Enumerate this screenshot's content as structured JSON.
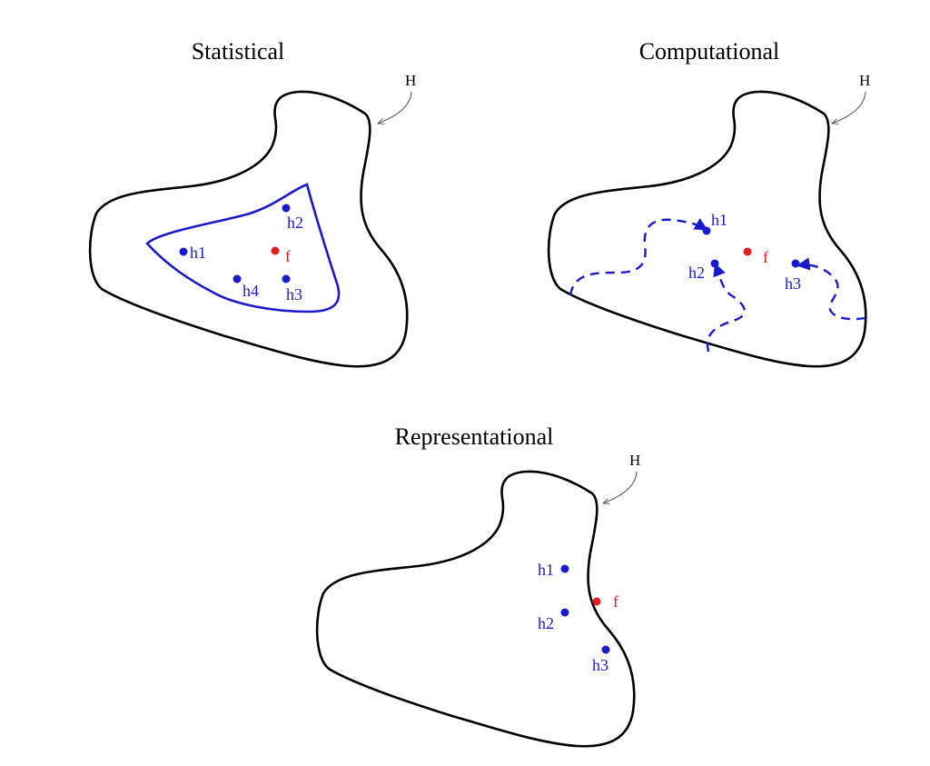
{
  "colors": {
    "outline": "#000000",
    "hypothesis": "#1a1acd",
    "target": "#e02020"
  },
  "panels": {
    "statistical": {
      "title": "Statistical",
      "space_label": "H",
      "target_label": "f",
      "hypotheses": [
        "h1",
        "h2",
        "h3",
        "h4"
      ]
    },
    "computational": {
      "title": "Computational",
      "space_label": "H",
      "target_label": "f",
      "hypotheses": [
        "h1",
        "h2",
        "h3"
      ]
    },
    "representational": {
      "title": "Representational",
      "space_label": "H",
      "target_label": "f",
      "hypotheses": [
        "h1",
        "h2",
        "h3"
      ]
    }
  }
}
